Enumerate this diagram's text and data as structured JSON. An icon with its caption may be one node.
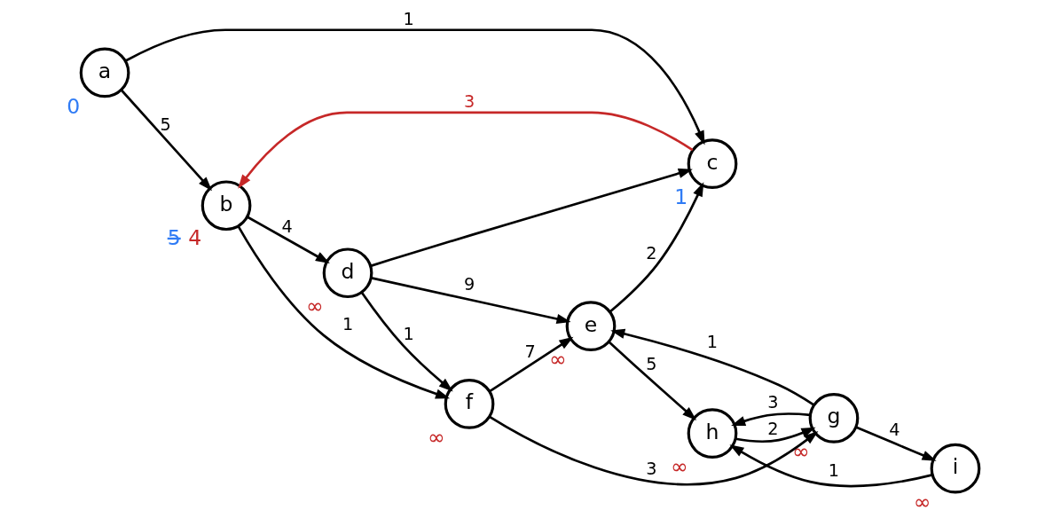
{
  "diagram": {
    "nodes": [
      {
        "text": [
          "a"
        ],
        "beside": [
          "0"
        ]
      },
      {
        "text": [
          "b"
        ],
        "beside": [
          "5",
          "4"
        ]
      },
      {
        "text": [
          "c"
        ],
        "beside": [
          "1"
        ]
      },
      {
        "text": [
          "d"
        ],
        "beside": [
          "∞"
        ]
      },
      {
        "text": [
          "e"
        ],
        "beside": [
          "∞"
        ]
      },
      {
        "text": [
          "f"
        ],
        "beside": [
          "∞"
        ]
      },
      {
        "text": [
          "g"
        ],
        "beside": [
          "∞"
        ]
      },
      {
        "text": [
          "h"
        ],
        "beside": [
          "∞"
        ]
      },
      {
        "text": [
          "i"
        ],
        "beside": [
          "∞"
        ]
      }
    ],
    "edges": [
      {
        "from": 0,
        "to": 1,
        "arrow": "to",
        "label": "5"
      },
      {
        "from": 0,
        "to": 2,
        "arrow": "to",
        "label": "1"
      },
      {
        "from": 2,
        "to": 1,
        "arrow": "to",
        "label": "3",
        "color": "#c62828"
      },
      {
        "from": 1,
        "to": 5,
        "arrow": "to",
        "label": "1"
      },
      {
        "from": 1,
        "to": 3,
        "arrow": "to",
        "label": "4"
      },
      {
        "from": 3,
        "to": 5,
        "arrow": "to",
        "label": "1"
      },
      {
        "from": 3,
        "to": 2,
        "arrow": "to"
      },
      {
        "from": 3,
        "to": 4,
        "arrow": "to",
        "label": "9"
      },
      {
        "from": 5,
        "to": 4,
        "arrow": "to",
        "label": "7"
      },
      {
        "from": 5,
        "to": 6,
        "arrow": "to",
        "label": "3"
      },
      {
        "from": 6,
        "to": 4,
        "arrow": "to",
        "label": "1"
      },
      {
        "from": 4,
        "to": 2,
        "arrow": "to",
        "label": "2"
      },
      {
        "from": 4,
        "to": 7,
        "arrow": "to",
        "label": "5"
      },
      {
        "from": 7,
        "to": 6,
        "arrow": "to",
        "label": "2"
      },
      {
        "from": 6,
        "to": 7,
        "arrow": "to",
        "label": "3"
      },
      {
        "from": 6,
        "to": 8,
        "arrow": "to",
        "label": "4"
      },
      {
        "from": 8,
        "to": 7,
        "arrow": "to",
        "label": "1"
      }
    ]
  }
}
